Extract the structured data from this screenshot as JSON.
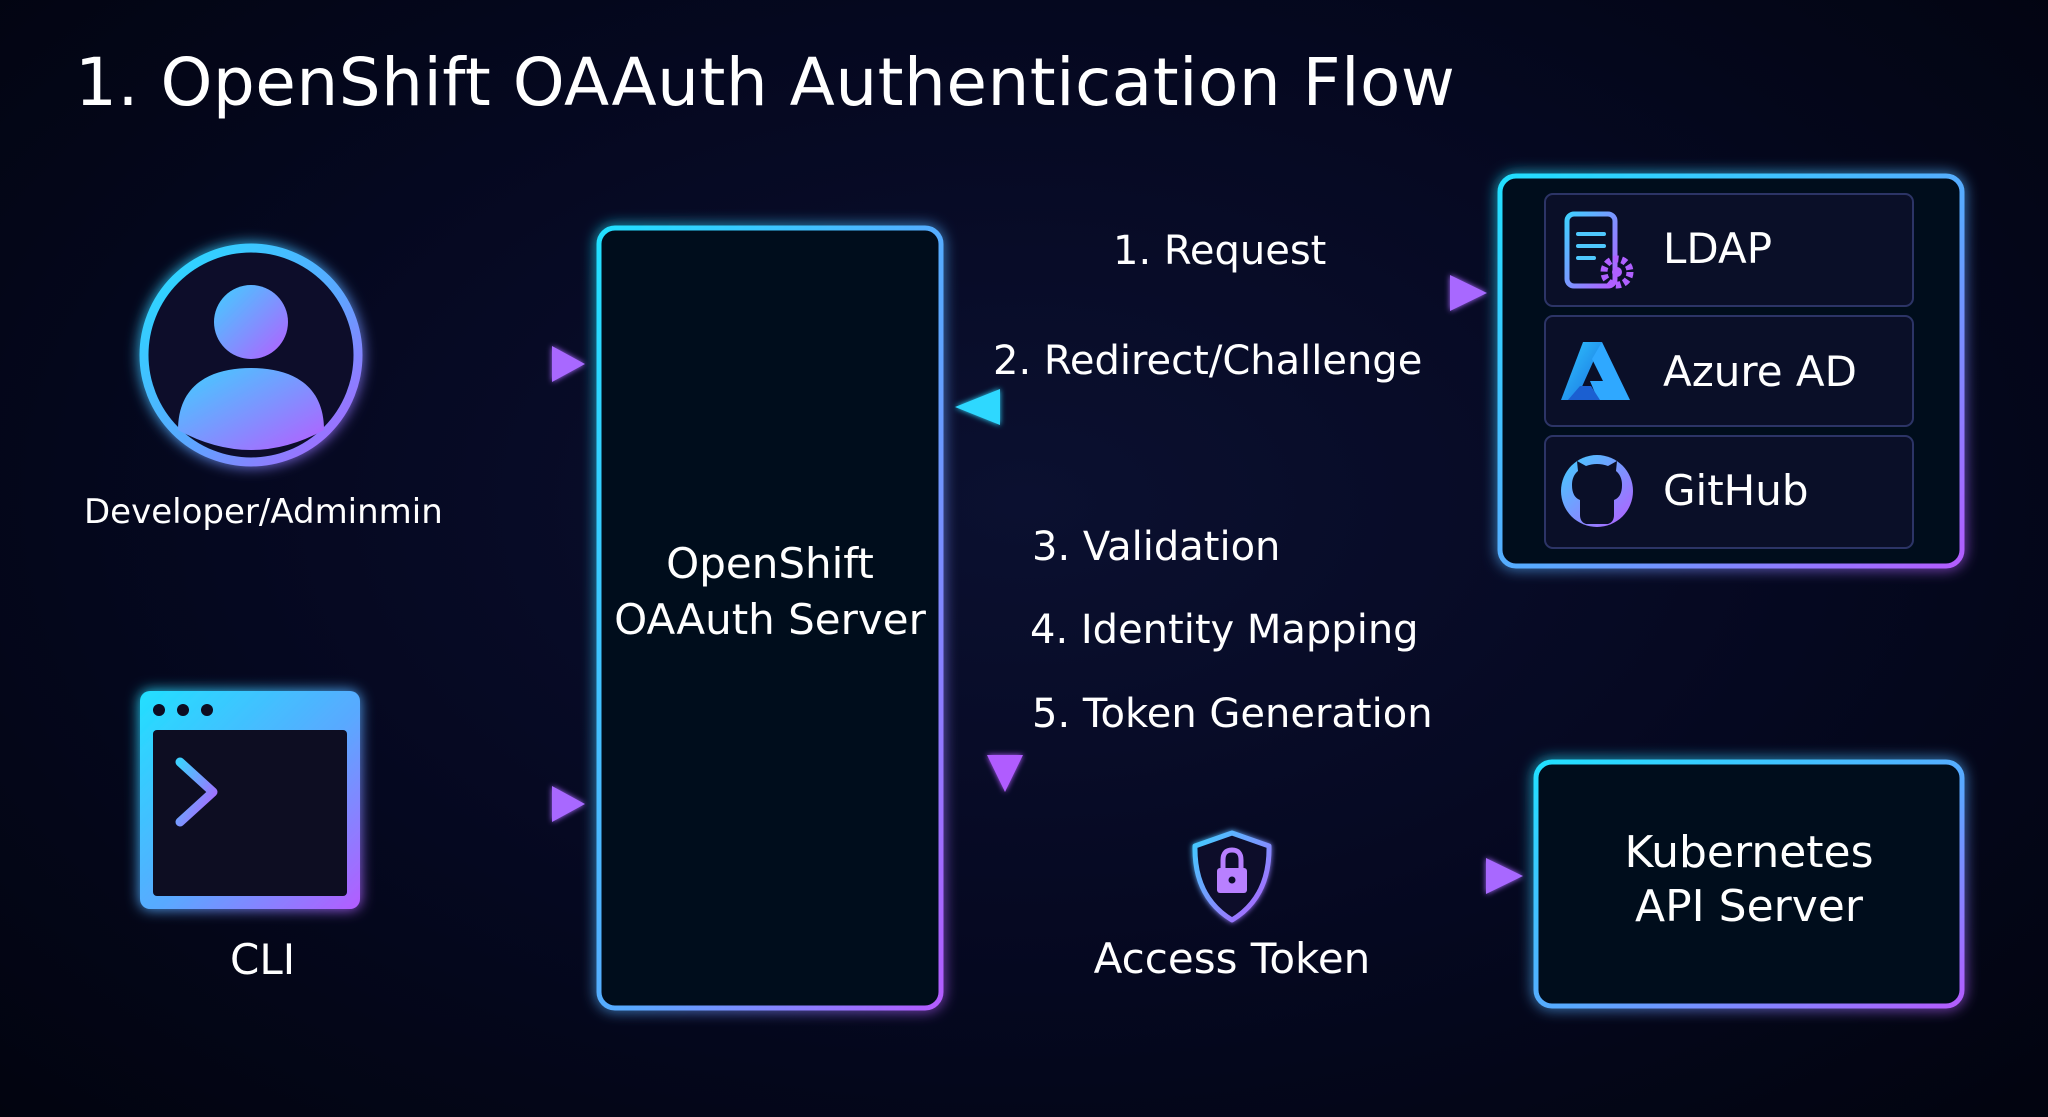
{
  "title": "1. OpenShift OAAuth Authentication Flow",
  "actors": {
    "developer": {
      "label": "Developer/Adminmin",
      "icon": "user-avatar-icon"
    },
    "cli": {
      "label": "CLI",
      "icon": "terminal-window-icon"
    }
  },
  "oauth_server": {
    "line1": "OpenShift",
    "line2": "OAAuth Server"
  },
  "flow": {
    "request": "1. Request",
    "redirect": "2. Redirect/Challenge",
    "validation": "3. Validation",
    "identity_mapping": "4. Identity Mapping",
    "token_generation": "5. Token Generation",
    "access_token": "Access Token"
  },
  "providers": [
    {
      "label": "LDAP",
      "icon": "ldap-config-document-icon"
    },
    {
      "label": "Azure AD",
      "icon": "azure-logo-icon"
    },
    {
      "label": "GitHub",
      "icon": "github-octocat-icon"
    }
  ],
  "kubernetes": {
    "line1": "Kubernetes",
    "line2": "API Server"
  },
  "colors": {
    "cyan": "#29d8ff",
    "purple": "#b56cff",
    "violet": "#8a4dff",
    "background": "#050820"
  }
}
